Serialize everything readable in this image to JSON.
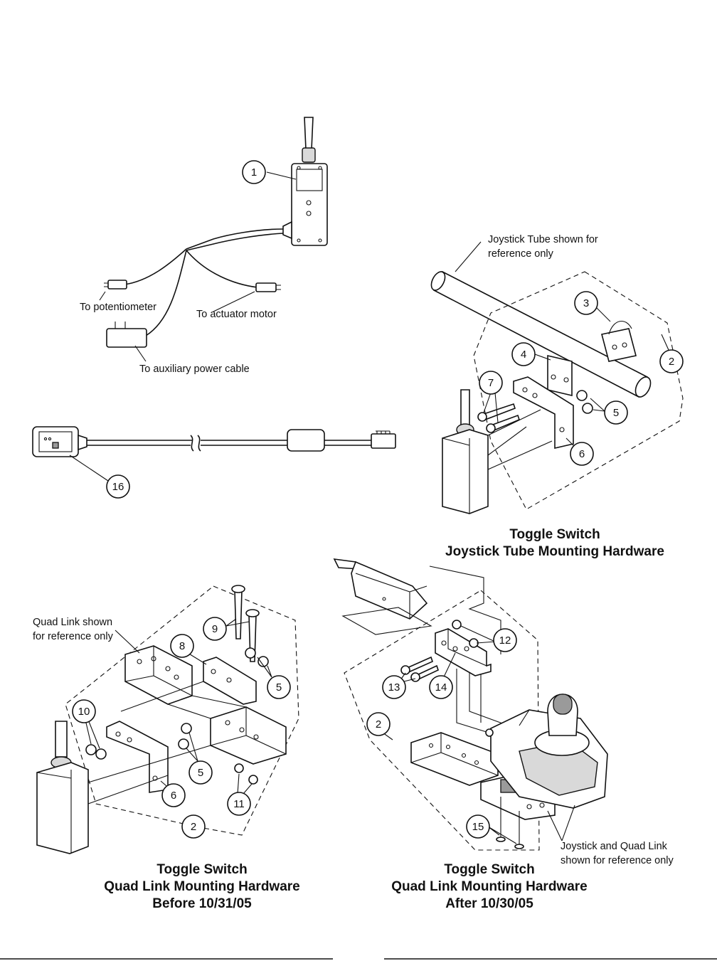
{
  "callouts": {
    "c1": "1",
    "c2a": "2",
    "c2b": "2",
    "c2c": "2",
    "c3": "3",
    "c4": "4",
    "c5a": "5",
    "c5b": "5",
    "c5c": "5",
    "c6a": "6",
    "c6b": "6",
    "c7": "7",
    "c8": "8",
    "c9": "9",
    "c10": "10",
    "c11": "11",
    "c12": "12",
    "c13": "13",
    "c14": "14",
    "c15": "15",
    "c16": "16"
  },
  "labels": {
    "potentiometer": "To potentiometer",
    "actuator": "To actuator motor",
    "aux_power": "To auxiliary power cable",
    "joystick_tube_1": "Joystick Tube shown for",
    "joystick_tube_2": "reference only",
    "quad_link_1": "Quad Link shown",
    "quad_link_2": "for reference only",
    "joystick_quad_1": "Joystick and Quad Link",
    "joystick_quad_2": "shown for reference only"
  },
  "captions": {
    "tube_title": "Toggle Switch",
    "tube_sub": "Joystick Tube Mounting Hardware",
    "before_title": "Toggle Switch",
    "before_sub": "Quad Link Mounting Hardware",
    "before_date": "Before 10/31/05",
    "after_title": "Toggle Switch",
    "after_sub": "Quad Link Mounting Hardware",
    "after_date": "After 10/30/05"
  }
}
